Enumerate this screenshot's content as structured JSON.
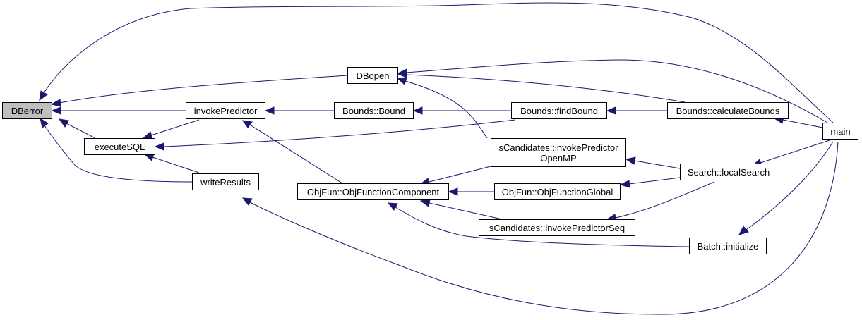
{
  "graph": {
    "colors": {
      "edge": "#191970",
      "current_node_fill": "#bfbfbf",
      "node_fill": "#ffffff",
      "node_border": "#000000"
    },
    "nodes": {
      "dberror": "DBerror",
      "dbopen": "DBopen",
      "invoke_predictor": "invokePredictor",
      "execute_sql": "executeSQL",
      "write_results": "writeResults",
      "bounds_bound": "Bounds::Bound",
      "bounds_find_bound": "Bounds::findBound",
      "bounds_calculate_bounds": "Bounds::calculateBounds",
      "scandidates_openmp": "sCandidates::invokePredictor\nOpenMP",
      "objfun_component": "ObjFun::ObjFunctionComponent",
      "objfun_global": "ObjFun::ObjFunctionGlobal",
      "scandidates_seq": "sCandidates::invokePredictorSeq",
      "search_local_search": "Search::localSearch",
      "batch_initialize": "Batch::initialize",
      "main": "main"
    }
  }
}
